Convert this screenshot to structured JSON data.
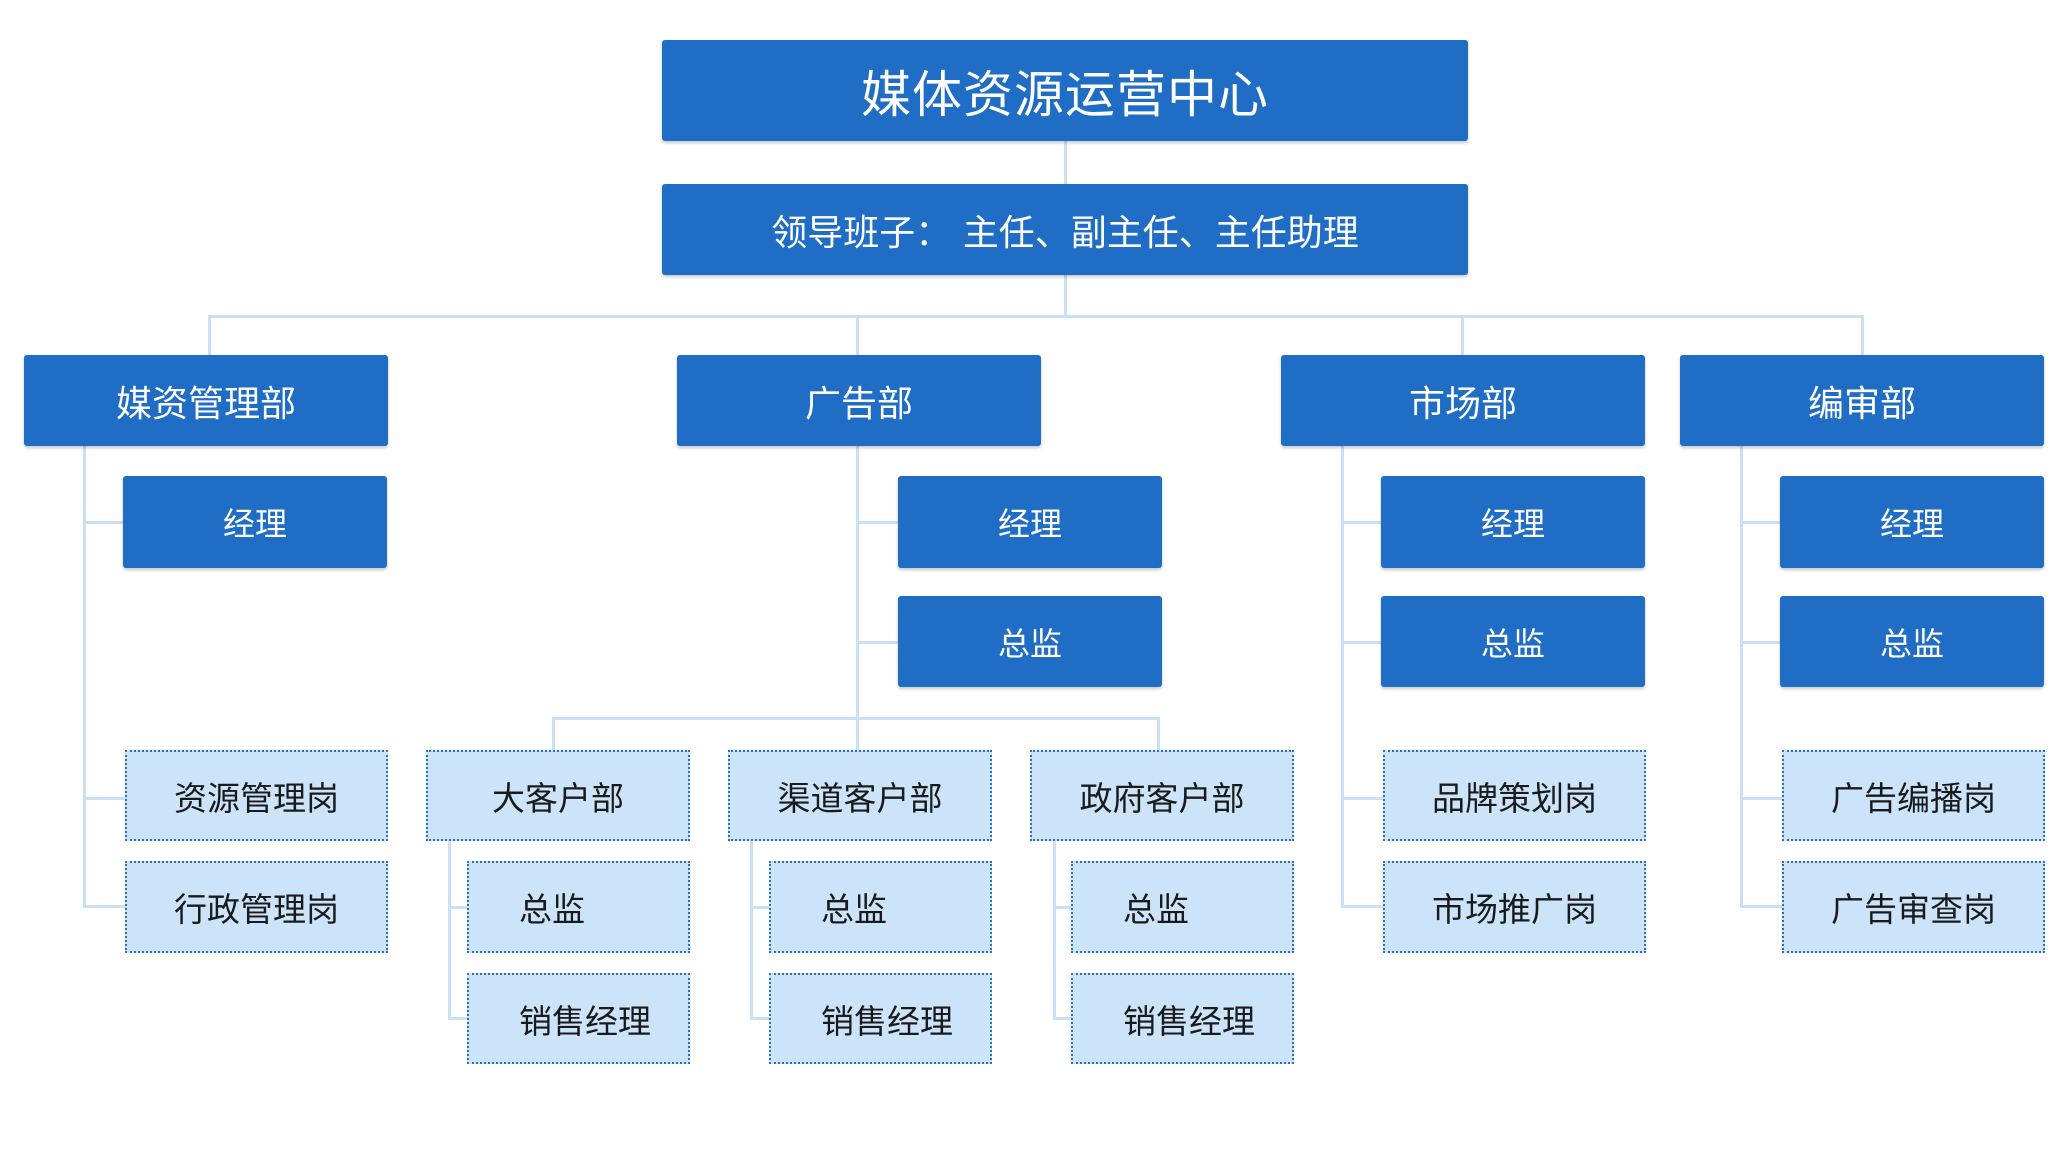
{
  "chart": {
    "center": "媒体资源运营中心",
    "leadership": "领导班子： 主任、副主任、主任助理",
    "departments": [
      {
        "name": "媒资管理部",
        "roles": [
          "经理"
        ],
        "posts": [
          "资源管理岗",
          "行政管理岗"
        ]
      },
      {
        "name": "广告部",
        "roles": [
          "经理",
          "总监"
        ],
        "subdepartments": [
          {
            "name": "大客户部",
            "roles": [
              "总监",
              "销售经理"
            ]
          },
          {
            "name": "渠道客户部",
            "roles": [
              "总监",
              "销售经理"
            ]
          },
          {
            "name": "政府客户部",
            "roles": [
              "总监",
              "销售经理"
            ]
          }
        ]
      },
      {
        "name": "市场部",
        "roles": [
          "经理",
          "总监"
        ],
        "posts": [
          "品牌策划岗",
          "市场推广岗"
        ]
      },
      {
        "name": "编审部",
        "roles": [
          "经理",
          "总监"
        ],
        "posts": [
          "广告编播岗",
          "广告审查岗"
        ]
      }
    ]
  },
  "colors": {
    "primary_box": "#206dc5",
    "secondary_box": "#cce4fa",
    "secondary_border": "#2f6fb8",
    "connector": "#c9e0f7"
  }
}
